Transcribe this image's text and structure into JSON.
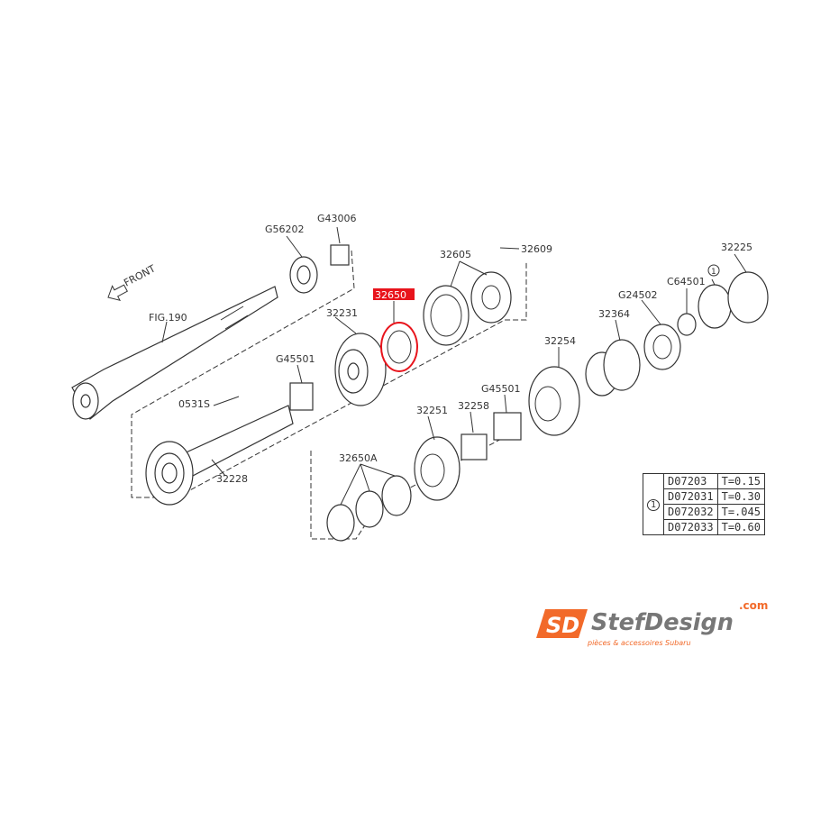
{
  "diagram": {
    "front_label": "FRONT",
    "highlight_color": "#e8141c",
    "callouts": {
      "fig190": "FIG.190",
      "g56202": "G56202",
      "g43006": "G43006",
      "p32231": "32231",
      "g45501_a": "G45501",
      "p0531s": "0531S",
      "p32228": "32228",
      "p32650": "32650",
      "p32605": "32605",
      "p32609": "32609",
      "p32251": "32251",
      "p32258": "32258",
      "g45501_b": "G45501",
      "p32650a": "32650A",
      "p32254": "32254",
      "p32364": "32364",
      "g24502": "G24502",
      "c64501": "C64501",
      "ref1": "1",
      "p32225": "32225"
    },
    "shim_table": {
      "ref": "1",
      "rows": [
        {
          "part": "D07203",
          "thickness": "T=0.15"
        },
        {
          "part": "D072031",
          "thickness": "T=0.30"
        },
        {
          "part": "D072032",
          "thickness": "T=.045"
        },
        {
          "part": "D072033",
          "thickness": "T=0.60"
        }
      ]
    }
  },
  "logo": {
    "brand": "StefDesign",
    "domain": ".com",
    "tagline": "pièces & accessoires Subaru",
    "brand_color": "#f26a2a"
  }
}
